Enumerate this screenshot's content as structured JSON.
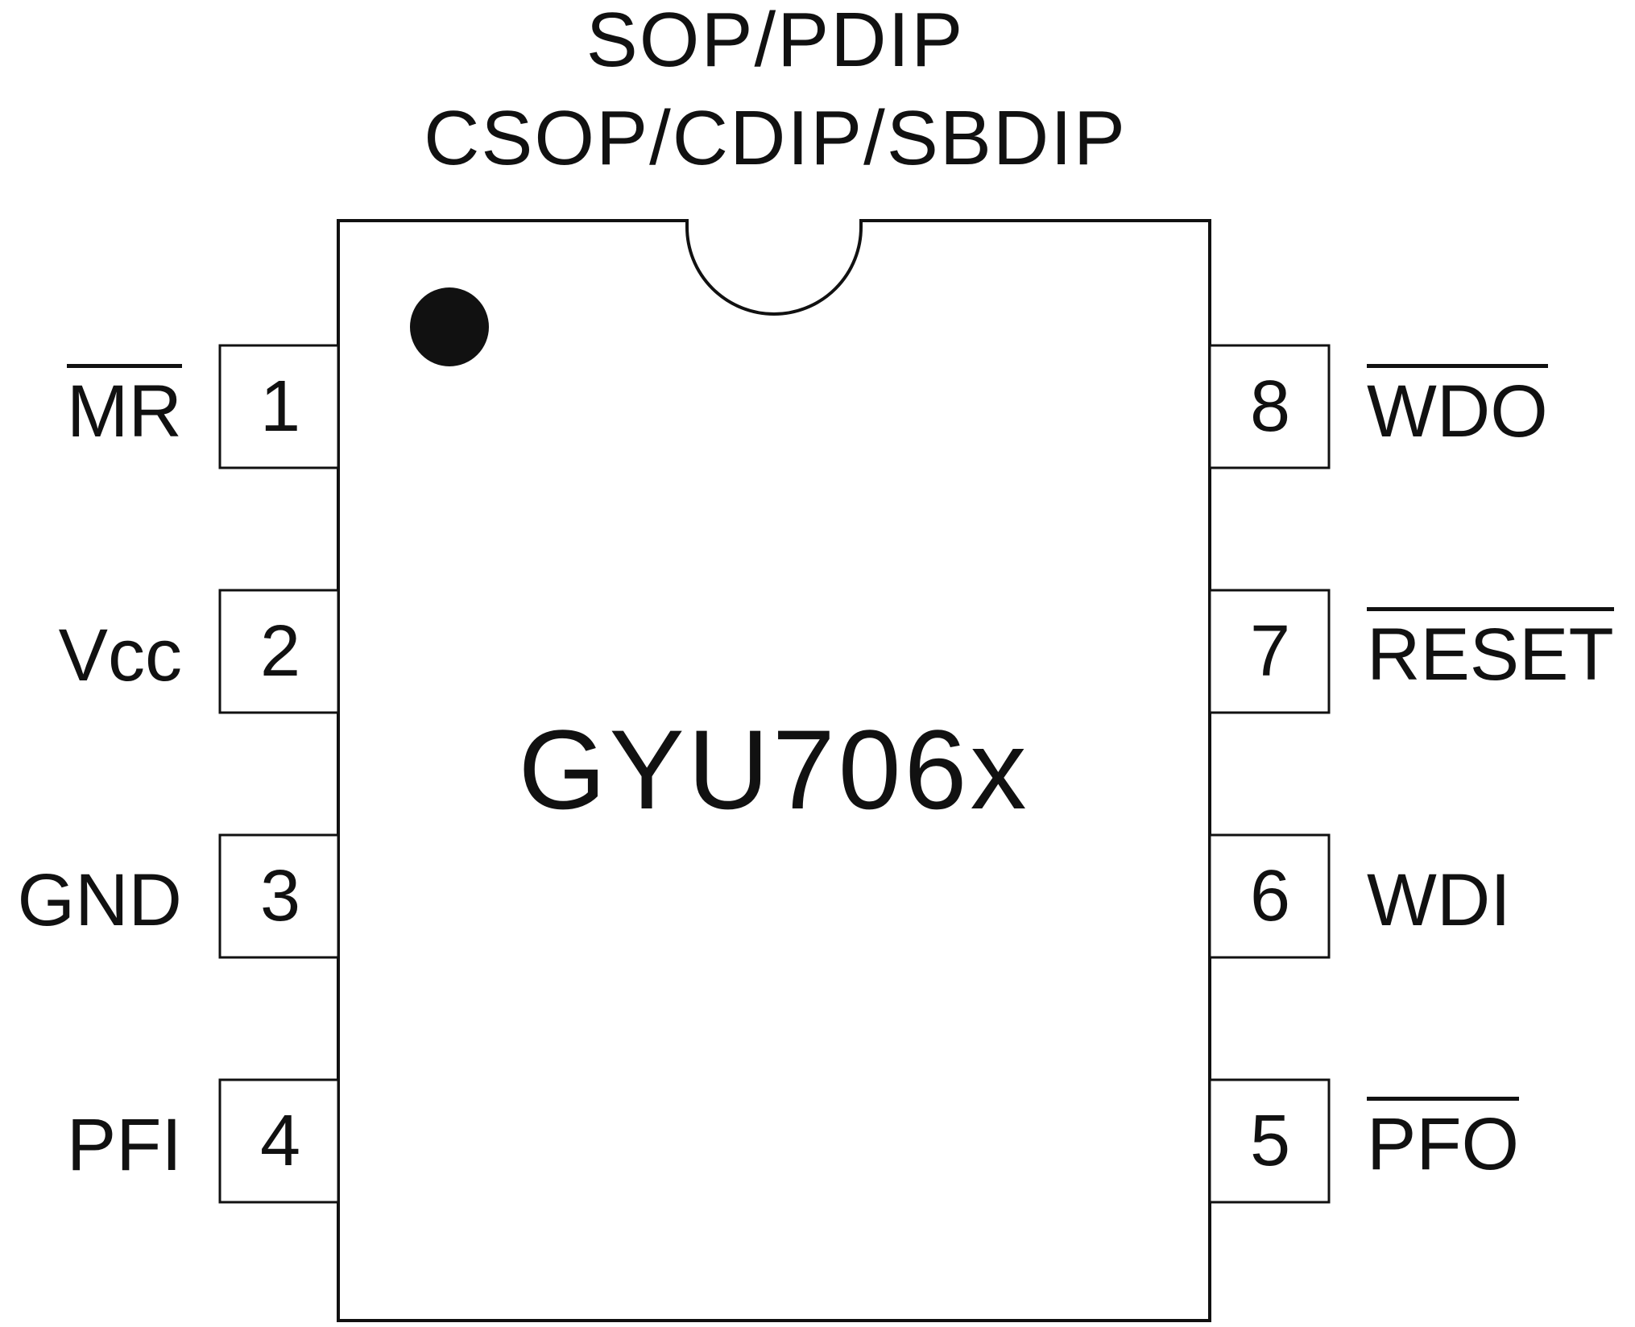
{
  "package_titles": [
    "SOP/PDIP",
    "CSOP/CDIP/SBDIP"
  ],
  "chip_name": "GYU706x",
  "pins": [
    {
      "number": "1",
      "label": "MR",
      "side": "left",
      "active_low": true
    },
    {
      "number": "2",
      "label": "Vcc",
      "side": "left",
      "active_low": false
    },
    {
      "number": "3",
      "label": "GND",
      "side": "left",
      "active_low": false
    },
    {
      "number": "4",
      "label": "PFI",
      "side": "left",
      "active_low": false
    },
    {
      "number": "8",
      "label": "WDO",
      "side": "right",
      "active_low": true
    },
    {
      "number": "7",
      "label": "RESET",
      "side": "right",
      "active_low": true
    },
    {
      "number": "6",
      "label": "WDI",
      "side": "right",
      "active_low": false
    },
    {
      "number": "5",
      "label": "PFO",
      "side": "right",
      "active_low": true
    }
  ],
  "colors": {
    "stroke": "#111111",
    "background": "#ffffff"
  }
}
